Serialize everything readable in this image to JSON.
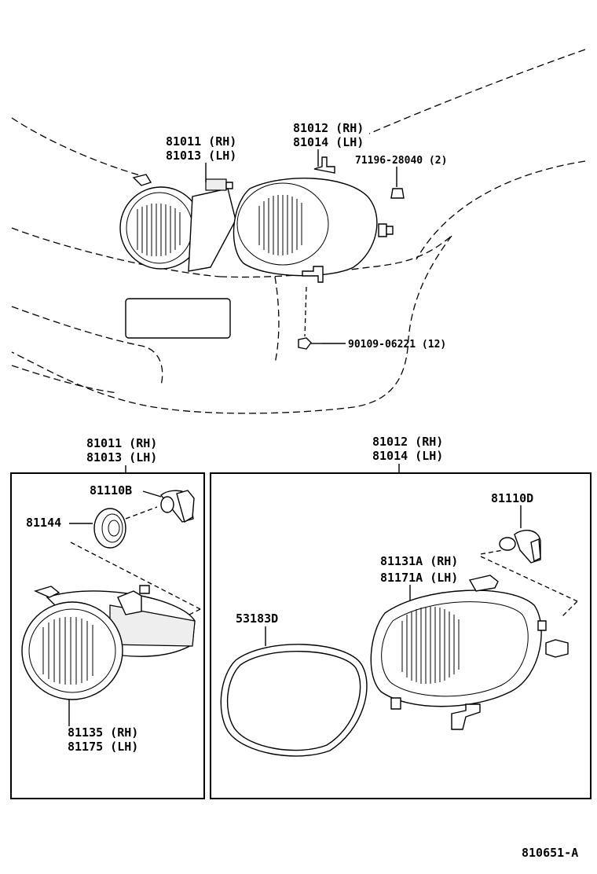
{
  "diagram_id": "810651-A",
  "overview": {
    "inner_lamp": {
      "part_rh": "81011 (RH)",
      "part_lh": "81013 (LH)"
    },
    "outer_lamp": {
      "part_rh": "81012 (RH)",
      "part_lh": "81014 (LH)"
    },
    "clip": "71196-28040 (2)",
    "screw": "90109-06221 (12)"
  },
  "left_assembly": {
    "header_rh": "81011  (RH)",
    "header_lh": "81013  (LH)",
    "bulb": "81110B",
    "socket": "81144",
    "lens_rh": "81135 (RH)",
    "lens_lh": "81175 (LH)"
  },
  "right_assembly": {
    "header_rh": "81012  (RH)",
    "header_lh": "81014  (LH)",
    "bulb": "81110D",
    "gasket": "53183D",
    "lens_rh": "81131A (RH)",
    "lens_lh": "81171A (LH)"
  }
}
